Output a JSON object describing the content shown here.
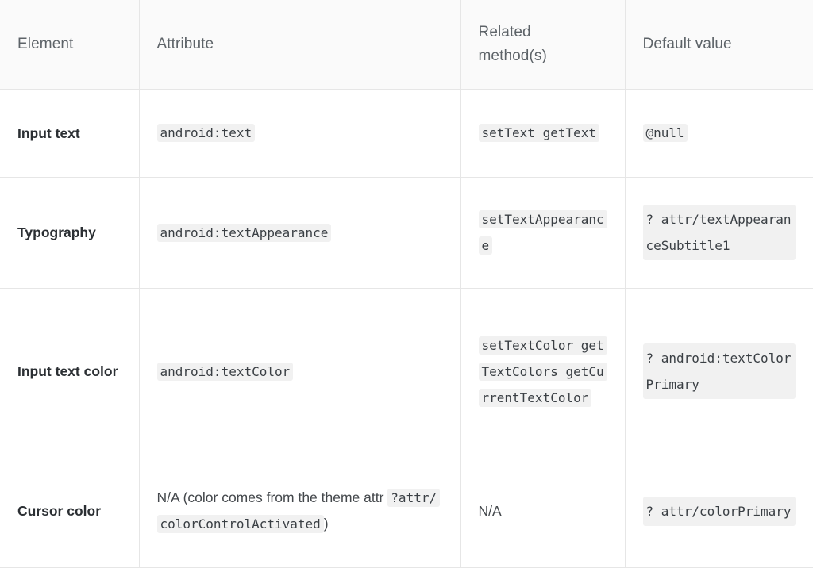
{
  "table": {
    "headers": [
      {
        "lines": [
          "Element"
        ]
      },
      {
        "lines": [
          "Attribute"
        ]
      },
      {
        "lines": [
          "Related",
          "method(s)"
        ]
      },
      {
        "lines": [
          "Default value"
        ]
      }
    ],
    "rows": [
      {
        "element": "Input text",
        "attribute_code": "android:text",
        "related_code": "setText getText",
        "default_code": "@null"
      },
      {
        "element": "Typography",
        "attribute_code": "android:textAppearance",
        "related_code": "setTextAppearance",
        "default_code": "? attr/textAppearanceSubtitle1"
      },
      {
        "element": "Input text color",
        "attribute_code": "android:textColor",
        "related_code": "setTextColor getTextColors getCurrentTextColor",
        "default_code": "? android:textColorPrimary"
      },
      {
        "element": "Cursor color",
        "attribute_prefix": "N/A (color comes from the theme attr ",
        "attribute_code": "?attr/colorControlActivated",
        "attribute_suffix": ")",
        "related_plain": "N/A",
        "default_code": "? attr/colorPrimary"
      }
    ]
  },
  "colors": {
    "header_background": "#fafafa",
    "code_background": "#f1f1f1",
    "border": "#e6e6e6",
    "header_text": "#5d6368",
    "body_text": "#44484c",
    "element_text": "#2b2f33"
  }
}
